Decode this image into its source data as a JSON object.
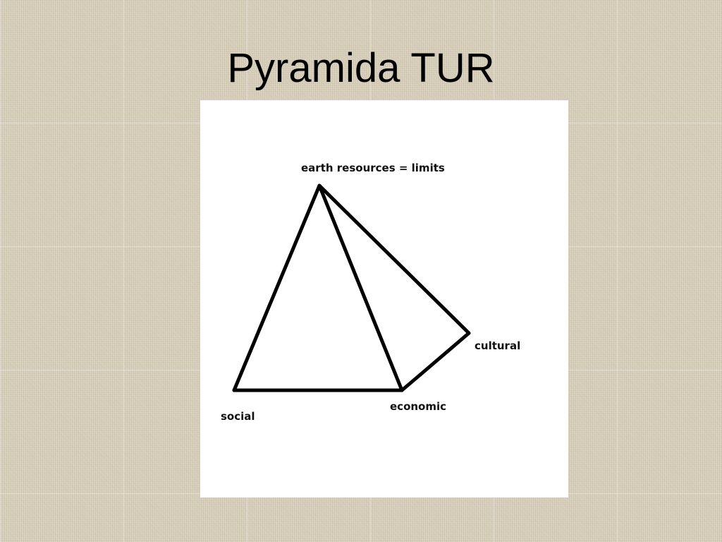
{
  "slide": {
    "title": "Pyramida TUR"
  },
  "diagram": {
    "labels": {
      "apex": "earth resources = limits",
      "cultural": "cultural",
      "economic": "economic",
      "social": "social"
    },
    "colors": {
      "background": "#d6cdb8",
      "panel": "#ffffff",
      "lines": "#000000"
    }
  }
}
